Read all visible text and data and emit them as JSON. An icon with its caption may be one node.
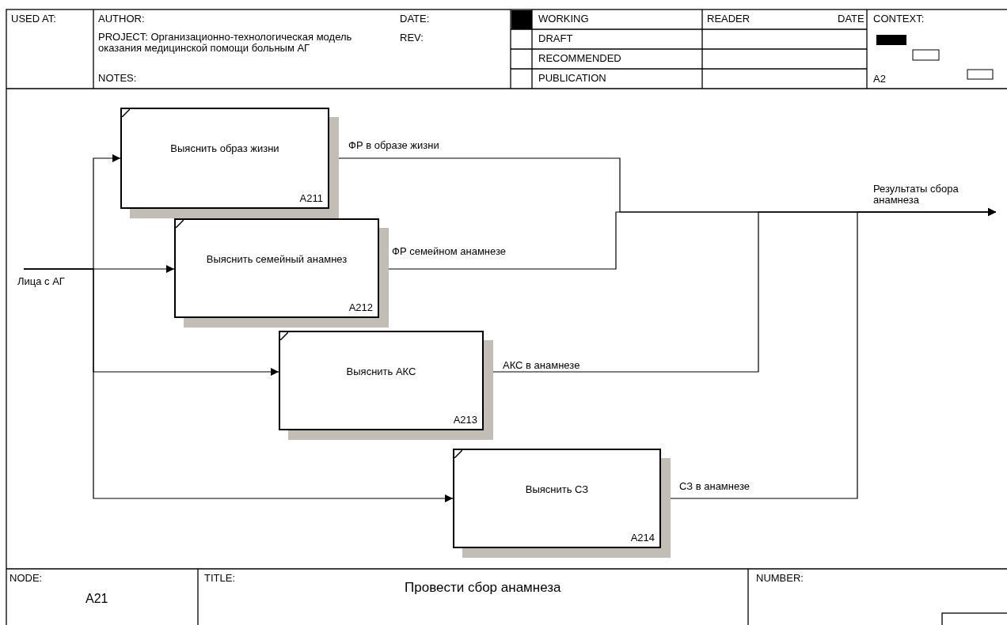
{
  "diagram": {
    "title": "Провести сбор анамнеза",
    "nodes": [
      {
        "text": [
          "Лица с АГ"
        ]
      },
      {
        "text": [
          "Выяснить образ жизни",
          "A211"
        ]
      },
      {
        "text": [
          "Выяснить семейный анамнез",
          "A212"
        ]
      },
      {
        "text": [
          "Выяснить АКС",
          "A213"
        ]
      },
      {
        "text": [
          "Выяснить СЗ",
          "A214"
        ]
      }
    ],
    "edges": [
      {
        "from": 0,
        "to": 1,
        "arrow": "to"
      },
      {
        "from": 0,
        "to": 2,
        "arrow": "to"
      },
      {
        "from": 0,
        "to": 3,
        "arrow": "to"
      },
      {
        "from": 0,
        "to": 4,
        "arrow": "to"
      },
      {
        "from": 1,
        "to": null,
        "arrow": "to",
        "label": "ФР в образе жизни"
      },
      {
        "from": 2,
        "to": null,
        "arrow": "to",
        "label": "ФР семейном анамнезе"
      },
      {
        "from": 3,
        "to": null,
        "arrow": "to",
        "label": "АКС в анамнезе"
      },
      {
        "from": 4,
        "to": null,
        "arrow": "to",
        "label": "СЗ в анамнезе"
      }
    ],
    "labels": [
      "USED AT:",
      "AUTHOR:",
      "DATE:",
      "WORKING",
      "READER",
      "DATE",
      "CONTEXT:",
      "PROJECT: Организационно-технологическая модель оказания медицинской помощи больным АГ",
      "REV:",
      "DRAFT",
      "RECOMMENDED",
      "NOTES:",
      "PUBLICATION",
      "A2",
      "Результаты сбора анамнеза",
      "NODE:",
      "A21",
      "TITLE:",
      "NUMBER:"
    ]
  }
}
